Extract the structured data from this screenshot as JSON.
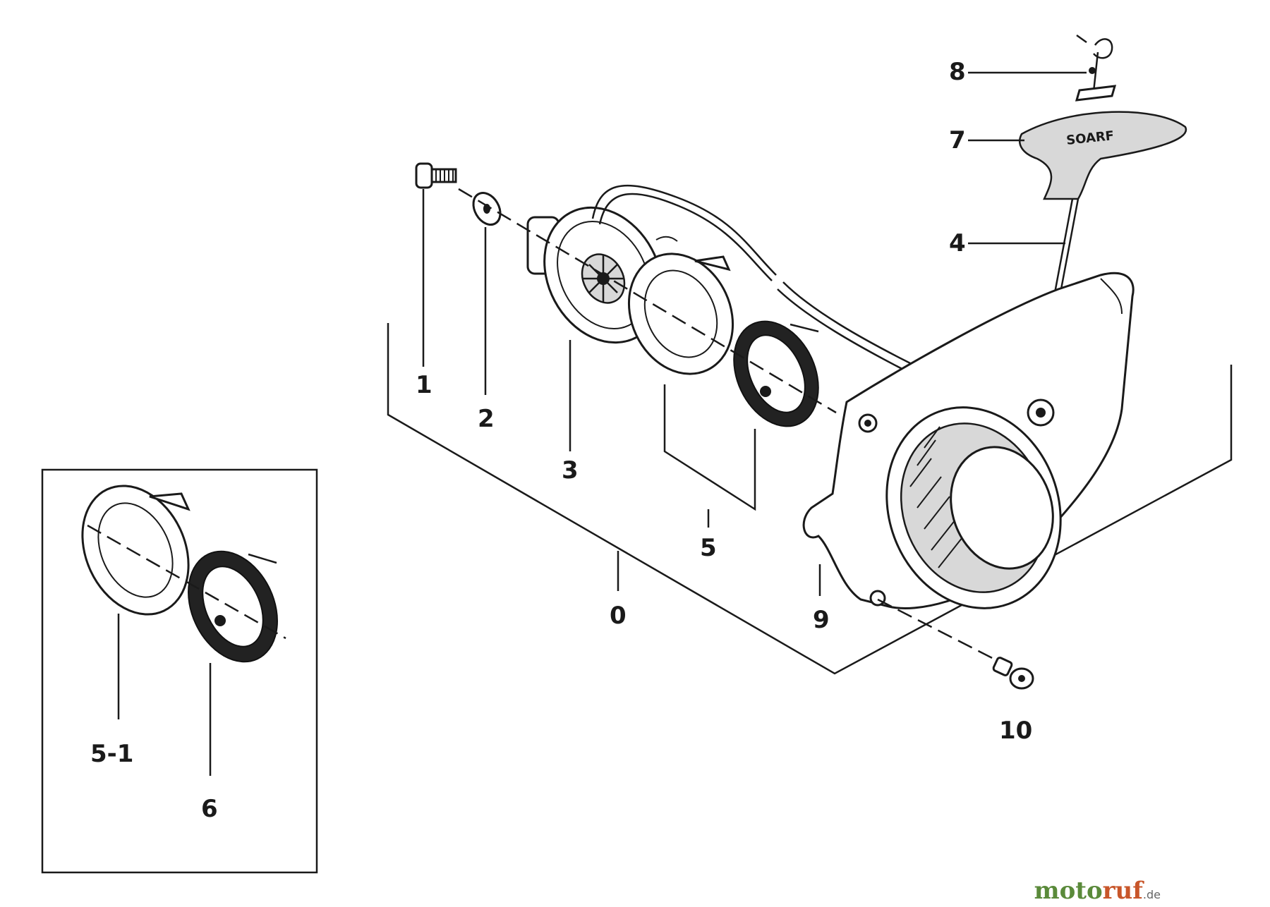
{
  "diagram": {
    "part_labels": {
      "p0": "0",
      "p1": "1",
      "p2": "2",
      "p3": "3",
      "p4": "4",
      "p5": "5",
      "p6": "6",
      "p7": "7",
      "p8": "8",
      "p9": "9",
      "p10": "10",
      "p5_1": "5-1"
    },
    "handle_text": "SOARF"
  },
  "watermark": {
    "part_a": "moto",
    "part_b": "ruf",
    "suffix": ".de"
  }
}
